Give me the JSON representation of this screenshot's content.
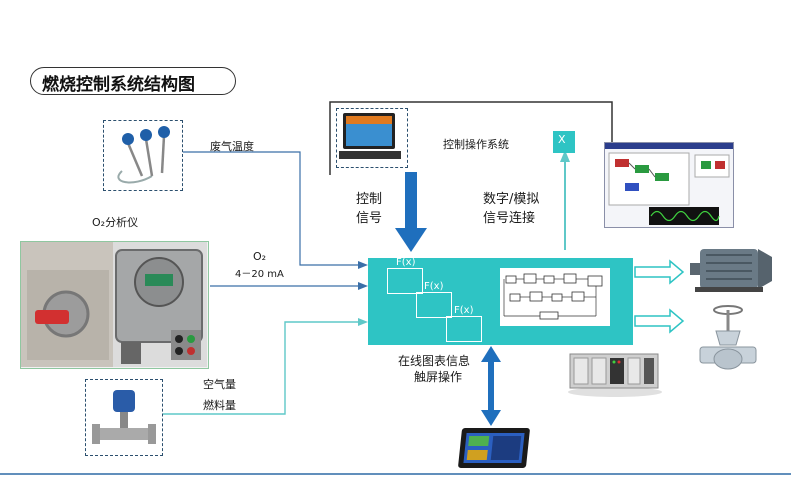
{
  "title": "燃烧控制系统结构图",
  "labels": {
    "exhaust_temp": "废气温度",
    "o2_analyzer": "O₂分析仪",
    "o2_signal_line1": "O₂",
    "o2_signal_line2": "4－20 mA",
    "air_fuel_line1": "空气量",
    "air_fuel_line2": "燃料量",
    "control_system": "控制操作系统",
    "control_signal_line1": "控制",
    "control_signal_line2": "信号",
    "digital_analog_line1": "数字/模拟",
    "digital_analog_line2": "信号连接",
    "online_chart_line1": "在线图表信息",
    "online_chart_line2": "触屏操作",
    "fx1": "F(x)",
    "fx2": "F(x)",
    "fx3": "F(x)",
    "x_box": "X"
  },
  "colors": {
    "teal": "#2ec4c4",
    "blue_arrow": "#1f6fbd",
    "line_blue": "#3a6fa8",
    "line_teal": "#5fc8c8"
  }
}
